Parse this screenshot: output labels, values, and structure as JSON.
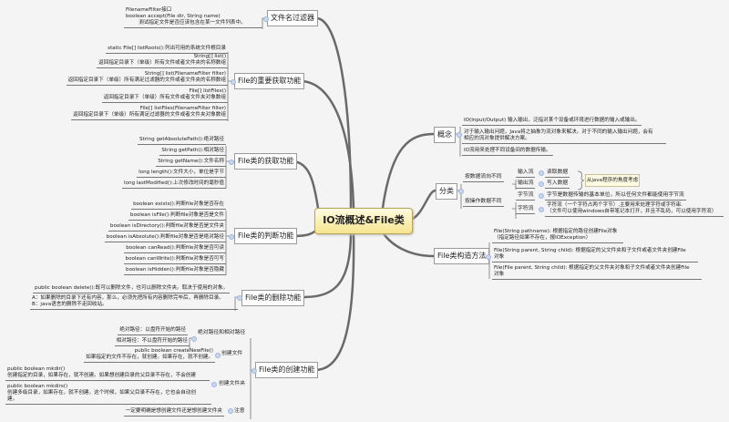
{
  "center": "IO流概述&File类",
  "left": {
    "filter": {
      "label": "文件名过滤器",
      "text": [
        "FilenameFilter接口",
        "boolean accept(File dir, String name)",
        "        测试指定文件是否应该包含在某一文件列表中。"
      ]
    },
    "important_get": {
      "label": "File的重要获取功能",
      "items": [
        "static File[] listRoots():列出可用的系统文件根目录",
        "String[] list()|返回指定目录下（单级）所有文件或者文件夹的名称数组",
        "String[] list(FilenameFilter filter)|返回指定目录下（单级）所有满足过滤器的文件或者文件夹的名称数组",
        "File[] listFiles()|返回指定目录下（单级）所有文件或者文件夹对象数组",
        "File[] listFiles(FilenameFilter filter)|返回指定目录下（单级）所有满足过滤器的文件或者文件夹对象数组"
      ]
    },
    "get": {
      "label": "File类的获取功能",
      "items": [
        "String getAbsolutePath():绝对路径",
        "String getPath():相对路径",
        "String getName():文件名称",
        "long length():文件大小，单位是字节",
        "long lastModified():上次修改时间的毫秒值"
      ]
    },
    "judge": {
      "label": "File类的判断功能",
      "items": [
        "boolean exists():判断file对象是否存在",
        "boolean isFile():判断file对象是否是文件",
        "boolean isDirectory():判断file对象是否是文件夹",
        "boolean isAbsolute():判断file对象是否是绝对路径",
        "boolean canRead():判断file对象是否可读",
        "boolean canWrite():判断file对象是否可写",
        "boolean isHidden():判断file对象是否隐藏"
      ]
    },
    "delete": {
      "label": "File类的删除功能",
      "items": [
        "public boolean delete():既可以删除文件，也可以删除文件夹。取决于使用的对象。",
        "A：如果删除的目录下还有内容，那么，必须先把所有内容删除完毕后，再删除目录。|B：java语言的删除不走回收站。"
      ]
    },
    "create": {
      "label": "File类的创建功能",
      "path": {
        "label": "绝对路径和相对路径",
        "items": [
          "绝对路径：以盘符开始的路径",
          "相对路径：不以盘符开始的路径"
        ]
      },
      "file": {
        "label": "创建文件",
        "items": [
          "public boolean createNewFile()|如果指定的文件不存在，就创建。如果存在，就不创建。"
        ]
      },
      "dir": {
        "label": "创建文件夹",
        "items": [
          "public boolean mkdir()|创建指定的目录，如果存在，就不创建。如果想创建目录的父目录不存在，不会创建",
          "public boolean mkdirs()|创建多级目录，如果存在，就不创建。这个时候，如果父目录不存在，它也会自动创|建。"
        ]
      },
      "note": {
        "label": "注意",
        "items": [
          "一定要明确是想创建文件还是想创建文件夹"
        ]
      }
    }
  },
  "right": {
    "concept": {
      "label": "概念",
      "items": [
        "IO(Input/Output) 输入输出，泛指对某个设备或环境进行数据的输入或输出。",
        "对于输入输出问题，Java将之抽象为流对象来解决。对于不同的输入输出问题，会有|相应的流对象提供解决方案。",
        "IO流用来处理不同设备间的数据传输。"
      ]
    },
    "category": {
      "label": "分类",
      "flow": {
        "label": "按数据流向不同",
        "in": "输入流",
        "in_desc": "读取数据",
        "out": "输出流",
        "out_desc": "写入数据",
        "note": "从java程序的角度考虑"
      },
      "op": {
        "label": "按操作数据不同",
        "byte": "字节流",
        "byte_desc": "字节是数据传输的基本单位，所以任何文件都能使用字节流",
        "char": "字符流",
        "char_desc": "字符流（一个字符占两个字节）,主要用来处理字符或字符串.|（文件可以使用windows自带笔记本打开，并且不乱码，可以使用字符流）"
      }
    },
    "constructor": {
      "label": "File类构造方法",
      "items": [
        "File(String pathname): 根据指定的路径创建File对象|（指定路径如果不存在，报IOException）",
        "File(String parent, String child): 根据指定的父文件夹和子文件或者文件夹创建File|对象",
        "File(File parent, String child): 根据指定的父文件夹对象和子文件或者文件夹创建File|对象"
      ]
    }
  },
  "colors": {
    "link": "#6a6a6a",
    "center_fill": "#f6e58f",
    "node_border": "#9a9a9a"
  }
}
